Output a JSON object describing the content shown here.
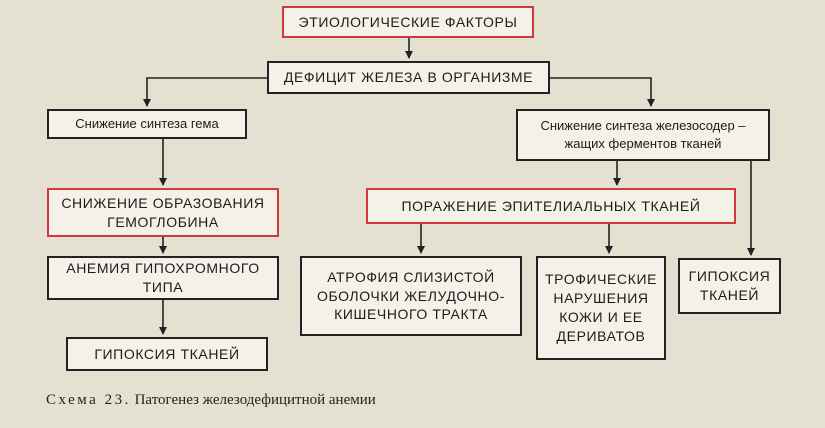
{
  "nodes": {
    "etiology": "ЭТИОЛОГИЧЕСКИЕ ФАКТОРЫ",
    "iron_deficit": "ДЕФИЦИТ  ЖЕЛЕЗА В ОРГАНИЗМЕ",
    "heme_synthesis": "Снижение синтеза гема",
    "enzyme_synthesis": "Снижение синтеза железосодер –\nжащих ферментов тканей",
    "hemoglobin_formation": "СНИЖЕНИЕ ОБРАЗОВАНИЯ\nГЕМОГЛОБИНА",
    "epithelial_damage": "ПОРАЖЕНИЕ ЭПИТЕЛИАЛЬНЫХ ТКАНЕЙ",
    "hypochromic_anemia": "АНЕМИЯ ГИПОХРОМНОГО\nТИПА",
    "tissue_hypoxia_left": "ГИПОКСИЯ ТКАНЕЙ",
    "mucosa_atrophy": "АТРОФИЯ СЛИЗИСТОЙ\nОБОЛОЧКИ ЖЕЛУДОЧНО-\nКИШЕЧНОГО ТРАКТА",
    "trophic_disorders": "ТРОФИЧЕСКИЕ\nНАРУШЕНИЯ\nКОЖИ И ЕЕ\nДЕРИВАТОВ",
    "tissue_hypoxia_right": "ГИПОКСИЯ\nТКАНЕЙ"
  },
  "caption": {
    "label": "Схема 23.",
    "text": " Патогенез железодефицитной анемии"
  },
  "colors": {
    "highlight_border": "#d23a3a",
    "normal_border": "#222222",
    "paper": "#e4e0d2"
  }
}
